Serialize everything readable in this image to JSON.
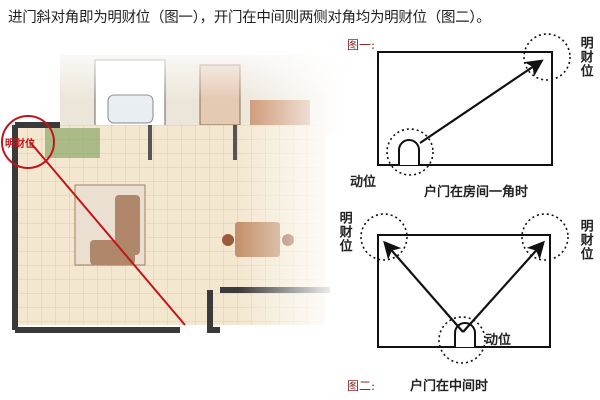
{
  "headline": "进门斜对角即为明财位（图一），开门在中间则两侧对角均为明财位（图二）。",
  "floor_plan": {
    "marker_label": "明财位",
    "marker_color": "#c0161a"
  },
  "figure1": {
    "label": "图一:",
    "wealth_label": "明财位",
    "door_label": "动位",
    "caption": "户门在房间一角时"
  },
  "figure2": {
    "label": "图二:",
    "wealth_label_left": "明财位",
    "wealth_label_right": "明财位",
    "door_label": "动位",
    "caption": "户门在中间时"
  }
}
